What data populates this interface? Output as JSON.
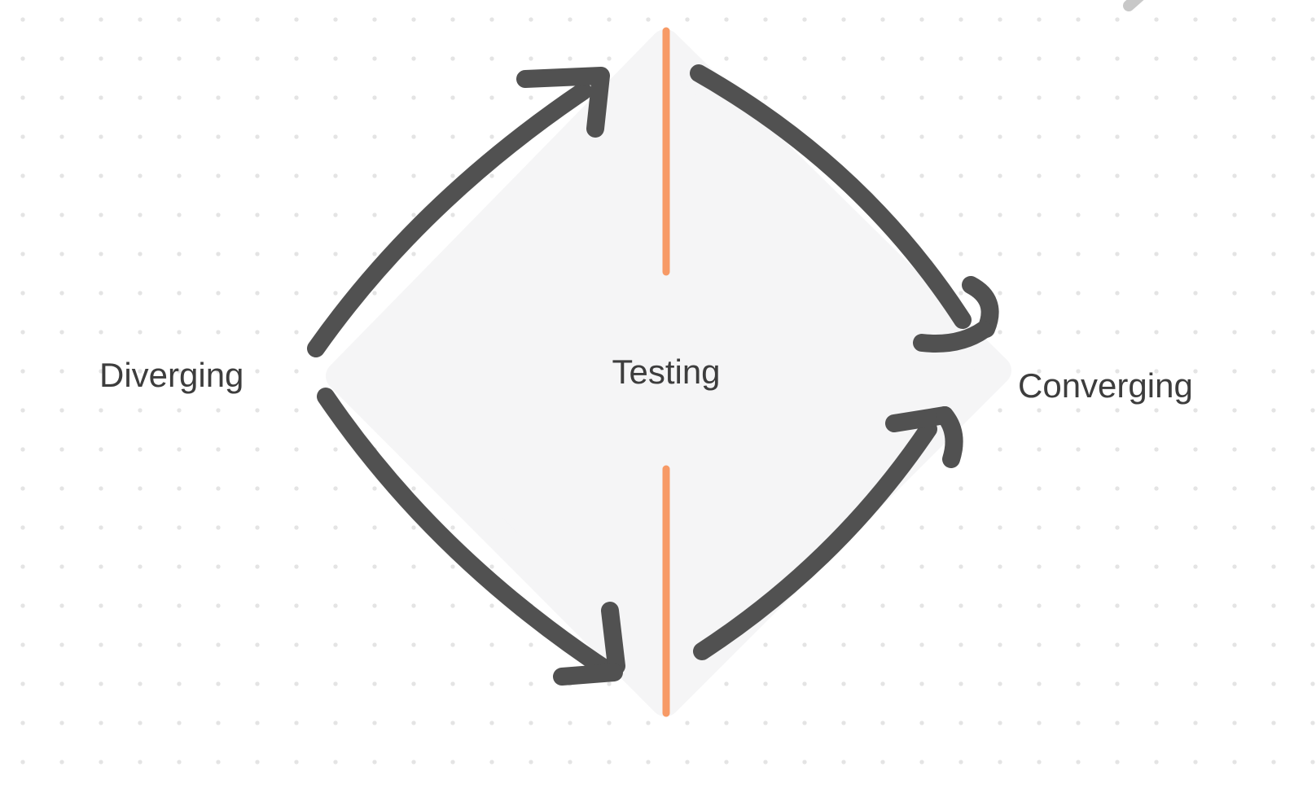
{
  "app": {
    "canvas_background": "#ffffff",
    "grid_dot_color": "#e4e4e4"
  },
  "diagram": {
    "diamond_fill": "#f5f5f6",
    "arrow_color": "#515151",
    "divider_color": "#f79a66",
    "label_color": "#3d3d3d",
    "faded_stroke_color": "#c8c8c8",
    "labels": {
      "diverging": "Diverging",
      "testing": "Testing",
      "converging": "Converging"
    }
  }
}
